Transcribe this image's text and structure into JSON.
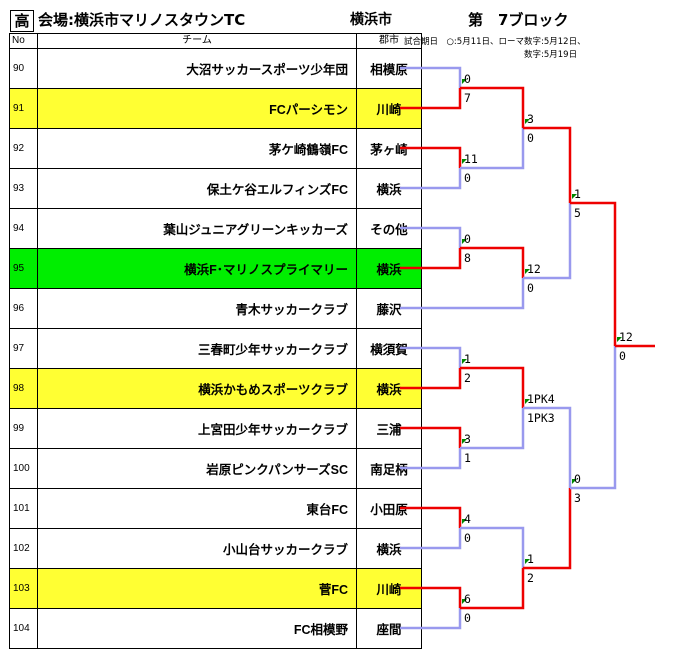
{
  "header": {
    "division": "高",
    "venue": "会場:横浜市マリノスタウンTC",
    "city": "横浜市",
    "block": "第　7ブロック",
    "note_line1": "試合期日　○:5月11日、ローマ数字:5月12日、",
    "note_line2": "数字:5月19日"
  },
  "columns": {
    "no": "No",
    "team": "チーム",
    "city": "郡市"
  },
  "teams": [
    {
      "no": "90",
      "name": "大沼サッカースポーツ少年団",
      "city": "相模原",
      "highlight": ""
    },
    {
      "no": "91",
      "name": "FCパーシモン",
      "city": "川崎",
      "highlight": "yellow"
    },
    {
      "no": "92",
      "name": "茅ケ崎鶴嶺FC",
      "city": "茅ヶ崎",
      "highlight": ""
    },
    {
      "no": "93",
      "name": "保土ケ谷エルフィンズFC",
      "city": "横浜",
      "highlight": ""
    },
    {
      "no": "94",
      "name": "葉山ジュニアグリーンキッカーズ",
      "city": "その他",
      "highlight": ""
    },
    {
      "no": "95",
      "name": "横浜F･マリノスプライマリー",
      "city": "横浜",
      "highlight": "green"
    },
    {
      "no": "96",
      "name": "青木サッカークラブ",
      "city": "藤沢",
      "highlight": ""
    },
    {
      "no": "97",
      "name": "三春町少年サッカークラブ",
      "city": "横須賀",
      "highlight": ""
    },
    {
      "no": "98",
      "name": "横浜かもめスポーツクラブ",
      "city": "横浜",
      "highlight": "yellow"
    },
    {
      "no": "99",
      "name": "上宮田少年サッカークラブ",
      "city": "三浦",
      "highlight": ""
    },
    {
      "no": "100",
      "name": "岩原ピンクパンサーズSC",
      "city": "南足柄",
      "highlight": ""
    },
    {
      "no": "101",
      "name": "東台FC",
      "city": "小田原",
      "highlight": ""
    },
    {
      "no": "102",
      "name": "小山台サッカークラブ",
      "city": "横浜",
      "highlight": ""
    },
    {
      "no": "103",
      "name": "菅FC",
      "city": "川崎",
      "highlight": "yellow"
    },
    {
      "no": "104",
      "name": "FC相模野",
      "city": "座間",
      "highlight": ""
    }
  ],
  "bracket": {
    "colors": {
      "win": "#ee0000",
      "loss": "#9999ee",
      "marker": "#008800"
    },
    "scores": {
      "r1a_top": "0",
      "r1a_bot": "7",
      "r1b_top": "11",
      "r1b_bot": "0",
      "r1c_top": "0",
      "r1c_bot": "8",
      "r1d_top": "1",
      "r1d_bot": "2",
      "r1e_top": "3",
      "r1e_bot": "1",
      "r1f_top": "4",
      "r1f_bot": "0",
      "r1g_top": "6",
      "r1g_bot": "0",
      "r2a_top": "3",
      "r2a_bot": "0",
      "r2b_top": "12",
      "r2b_bot": "0",
      "r2c_top": "1PK4",
      "r2c_bot": "1PK3",
      "r2d_top": "1",
      "r2d_bot": "2",
      "r3a_top": "1",
      "r3a_bot": "5",
      "r3b_top": "0",
      "r3b_bot": "3",
      "final_top": "12",
      "final_bot": "0"
    }
  }
}
